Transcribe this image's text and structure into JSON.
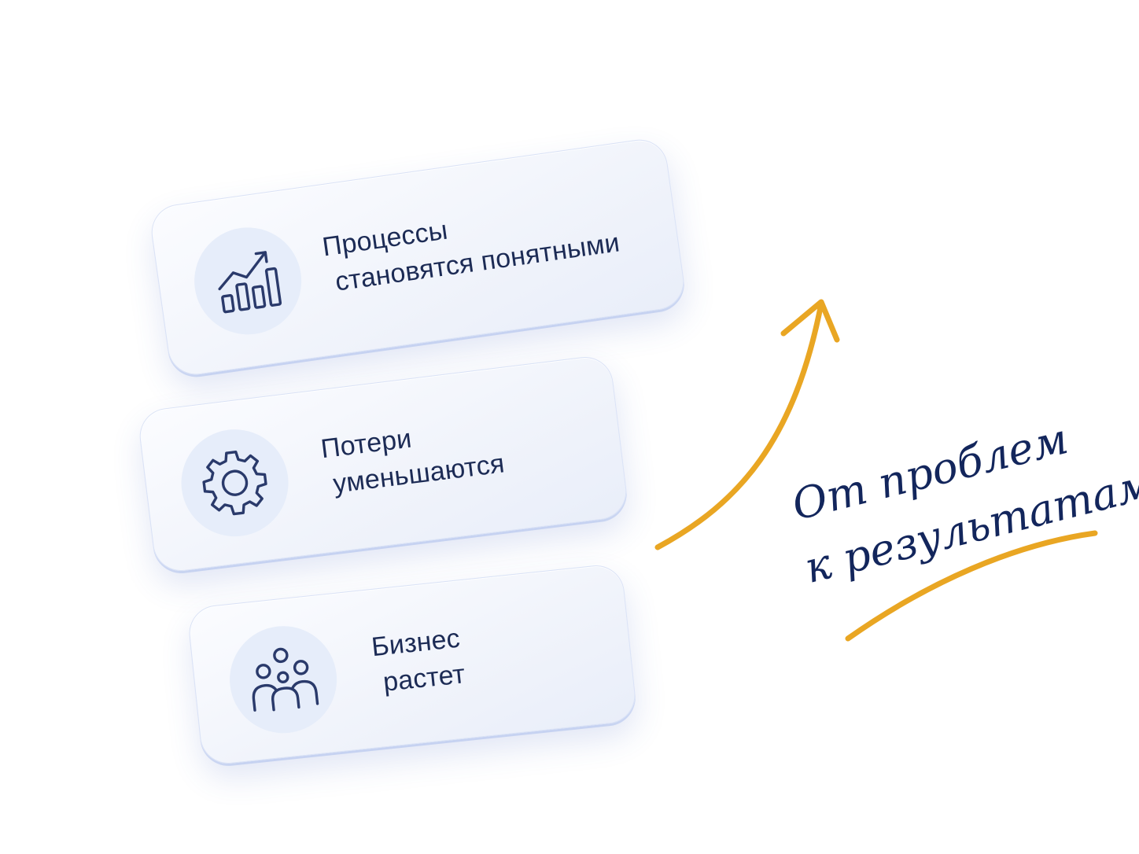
{
  "cards": [
    {
      "icon": "growth-chart-icon",
      "title": "Процессы",
      "subtitle": "становятся понятными"
    },
    {
      "icon": "gear-icon",
      "title": "Потери",
      "subtitle": "уменьшаются"
    },
    {
      "icon": "people-group-icon",
      "title": "Бизнес",
      "subtitle": "растет"
    }
  ],
  "tagline": {
    "line1": "От проблем",
    "line2": "к результатам"
  },
  "colors": {
    "text": "#1c2b55",
    "handwriting": "#13265c",
    "accent": "#e9a623",
    "icon_circle": "#e6edfa",
    "icon_stroke": "#2a3a6b"
  }
}
